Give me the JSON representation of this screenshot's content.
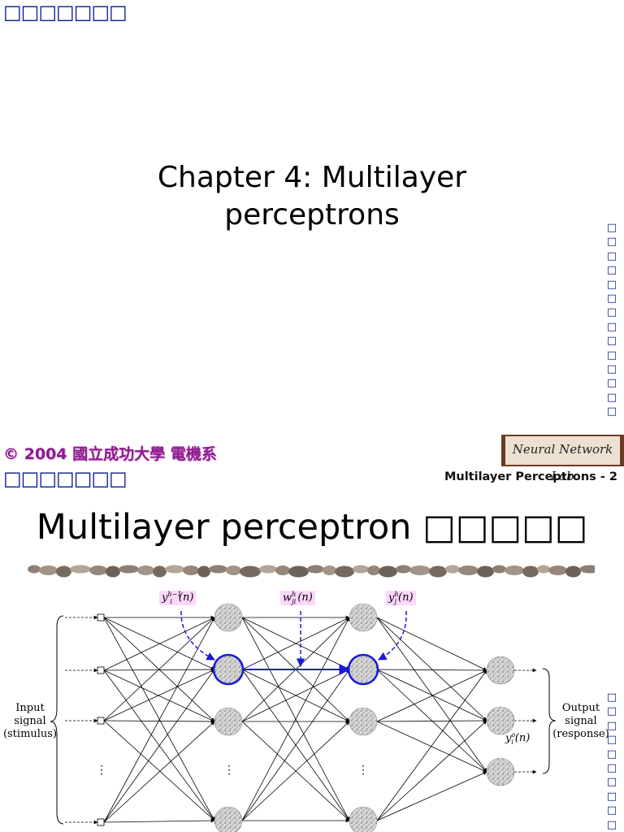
{
  "slide1": {
    "header_glyphs": "□□□□□□□",
    "title_line1": "Chapter 4: Multilayer",
    "title_line2": "perceptrons",
    "side_glyphs": "□\n□\n□\n□\n□\n□\n□\n□\n□\n□\n□\n□\n□\n□\n□"
  },
  "slide2": {
    "copyright": "© 2004 國立成功大學 電機系",
    "header_glyphs": "□□□□□□□",
    "lab_logo_text": "Neural Network Lab",
    "slide_number": "Multilayer Perceptrons - 2",
    "title": "Multilayer perceptron □□□□□",
    "side_glyphs": "□\n□\n□\n□\n□\n□\n□\n□\n□\n□"
  },
  "diagram": {
    "input_label": [
      "Input",
      "signal",
      "(stimulus)"
    ],
    "output_label": [
      "Output",
      "signal",
      "(response)"
    ],
    "label_y_prev": "y",
    "label_y_prev_sup": "h−1",
    "label_y_prev_sub": "i",
    "label_w": "w",
    "label_w_sup": "h",
    "label_w_sub": "ji",
    "label_y_curr": "y",
    "label_y_curr_sup": "h",
    "label_y_curr_sub": "j",
    "label_out": "y",
    "label_out_sup": "o",
    "label_out_sub": "i",
    "label_arg": "(n)",
    "ellipsis": "⋮",
    "colors": {
      "highlight": "#1a1ad6",
      "label_bg": "#fdd6fb",
      "neuron": "#bdbdbd"
    }
  }
}
